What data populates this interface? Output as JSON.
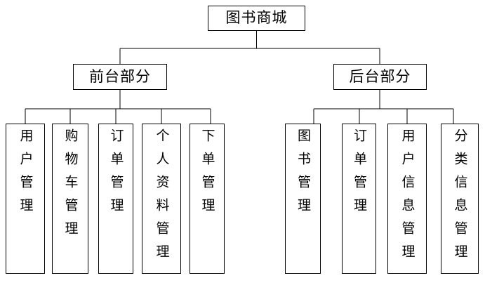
{
  "diagram": {
    "type": "tree",
    "title": "图书商城",
    "root": {
      "label": "图书商城",
      "name": "root-node"
    },
    "branches": [
      {
        "label": "前台部分",
        "name": "branch-front-end",
        "children": [
          {
            "label": "用户管理",
            "name": "leaf-user-management"
          },
          {
            "label": "购物车管理",
            "name": "leaf-cart-management"
          },
          {
            "label": "订单管理",
            "name": "leaf-order-management"
          },
          {
            "label": "个人资料管理",
            "name": "leaf-profile-management"
          },
          {
            "label": "下单管理",
            "name": "leaf-place-order-management"
          }
        ]
      },
      {
        "label": "后台部分",
        "name": "branch-back-end",
        "children": [
          {
            "label": "图书管理",
            "name": "leaf-book-management"
          },
          {
            "label": "订单管理",
            "name": "leaf-order-management-admin"
          },
          {
            "label": "用户信息管理",
            "name": "leaf-user-info-management"
          },
          {
            "label": "分类信息管理",
            "name": "leaf-category-info-management"
          }
        ]
      }
    ]
  },
  "style": {
    "line_color": "#000000",
    "box_fill": "#ffffff",
    "text_color": "#000000",
    "background": "#ffffff"
  }
}
